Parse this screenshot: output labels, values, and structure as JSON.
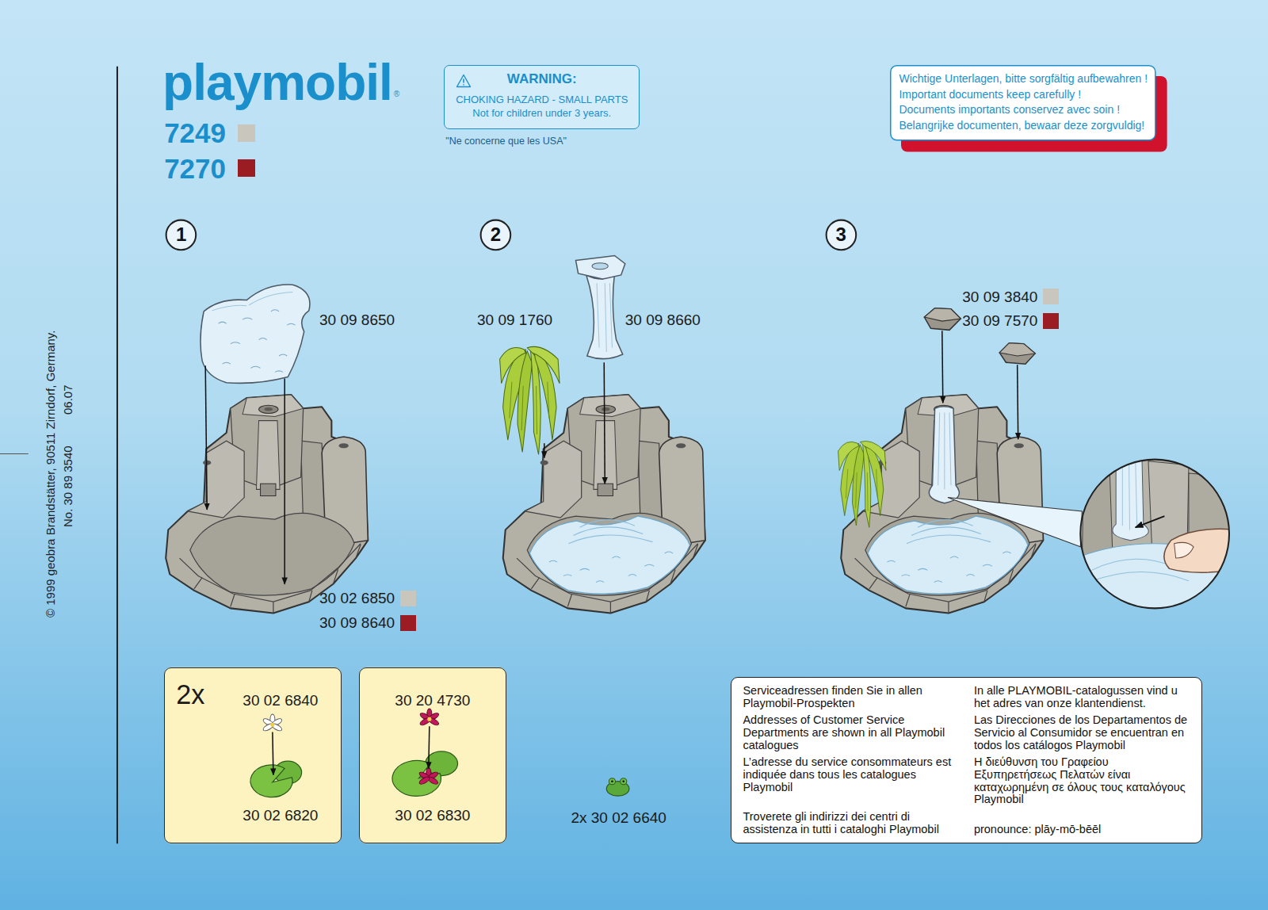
{
  "diagram": {
    "title": "playmobil",
    "nodes": [
      {
        "text": [
          "WARNING:",
          "CHOKING HAZARD - SMALL PARTS",
          "Not for children under 3 years."
        ]
      },
      {
        "text": [
          "Wichtige Unterlagen, bitte sorgfältig aufbewahren !",
          "Important documents keep carefully !",
          "Documents importants conservez avec soin !",
          "Belangrijke documenten, bewaar deze zorgvuldig!"
        ]
      },
      {
        "text": [
          "1"
        ]
      },
      {
        "text": [
          "2"
        ]
      },
      {
        "text": [
          "3"
        ]
      },
      {
        "text": [
          "2x",
          "30 02 6840",
          "30 02 6820"
        ]
      },
      {
        "text": [
          "30 20 4730",
          "30 02 6830"
        ]
      },
      {
        "text": [
          "Serviceadressen finden Sie in allen Playmobil-Prospekten",
          "Addresses of Customer Service Departments are shown in all Playmobil catalogues",
          "L’adresse du service consommateurs est indiquée dans tous les catalogues Playmobil",
          "Troverete gli indirizzi dei centri di assistenza in tutti i cataloghi Playmobil",
          "In alle PLAYMOBIL-catalogussen vind u het adres van onze klantendienst.",
          "Las Direcciones de los Departamentos de Servicio al Consumidor se encuentran en todos los catálogos Playmobil",
          "Η διεύθυνση του Γραφείου Εξυπηρετήσεως Πελατών είναι καταχωρημένη σε όλους τους καταλόγους Playmobil",
          "pronounce: plāy-mō-bēēl"
        ]
      }
    ],
    "labels": [
      "®",
      "\"Ne concerne que les USA\"",
      "30 09 8650",
      "30 09 1760",
      "30 09 8660",
      "2x 30 02 6640",
      "© 1999 geobra Brandstätter, 90511 Zirndorf, Germany.",
      "No. 30 89 3540",
      "06.07"
    ],
    "legend": [
      {
        "text": "7249",
        "color": "#c9c6bd"
      },
      {
        "text": "7270",
        "color": "#9b1c22"
      },
      {
        "text": "30 02 6850",
        "color": "#c9c6bd"
      },
      {
        "text": "30 09 8640",
        "color": "#9b1c22"
      },
      {
        "text": "30 09 3840",
        "color": "#c9c6bd"
      },
      {
        "text": "30 09 7570",
        "color": "#9b1c22"
      }
    ]
  }
}
